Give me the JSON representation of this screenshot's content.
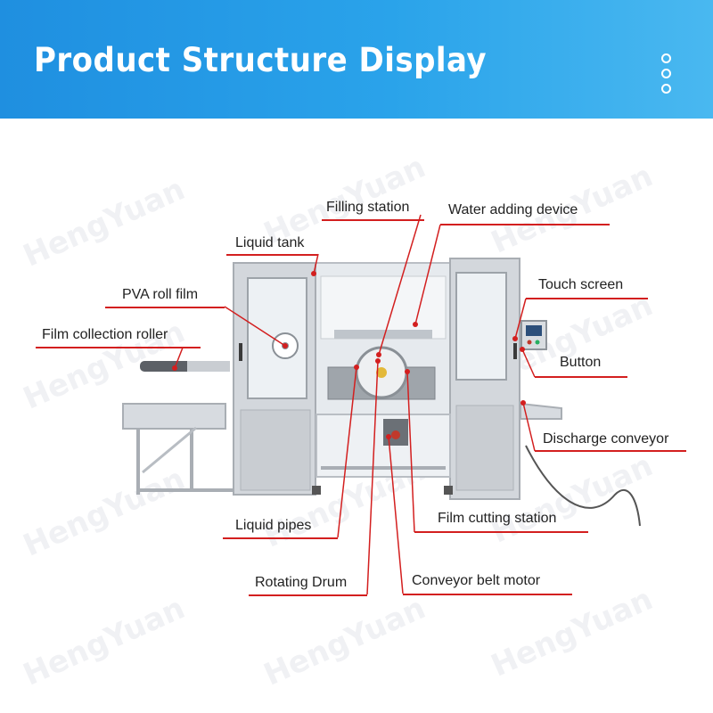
{
  "header": {
    "title": "Product Structure Display",
    "menu_icon": "more-vertical-icon"
  },
  "watermark": {
    "text": "HengYuan"
  },
  "labels": {
    "filling_station": "Filling station",
    "water_adding_device": "Water adding device",
    "liquid_tank": "Liquid tank",
    "touch_screen": "Touch screen",
    "pva_roll_film": "PVA roll film",
    "film_collection_roller": "Film collection roller",
    "button": "Button",
    "discharge_conveyor": "Discharge conveyor",
    "liquid_pipes": "Liquid pipes",
    "film_cutting_station": "Film cutting station",
    "rotating_drum": "Rotating Drum",
    "conveyor_belt_motor": "Conveyor belt motor"
  },
  "colors": {
    "banner": "#2aa3ea",
    "leader_line": "#d31f1f",
    "frame": "#c4c8cc"
  }
}
